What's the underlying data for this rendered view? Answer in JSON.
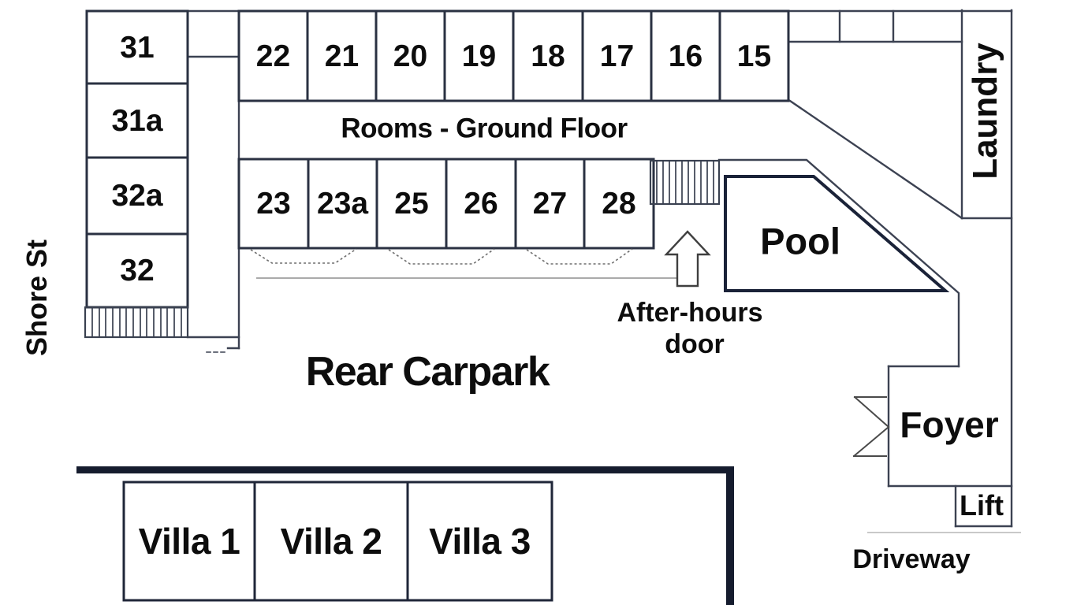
{
  "colors": {
    "wall": "#2a3142",
    "thin_wall": "#4a5060",
    "pool_border": "#1a2238",
    "boundary_line": "#151c2e",
    "text": "#0d0d0d",
    "background": "#ffffff"
  },
  "top_rooms": [
    "22",
    "21",
    "20",
    "19",
    "18",
    "17",
    "16",
    "15"
  ],
  "middle_rooms": [
    "23",
    "23a",
    "25",
    "26",
    "27",
    "28"
  ],
  "shore_rooms": [
    "31",
    "31a",
    "32a",
    "32"
  ],
  "villas": [
    "Villa 1",
    "Villa 2",
    "Villa 3"
  ],
  "labels": {
    "rooms_ground_floor": "Rooms - Ground Floor",
    "rear_carpark": "Rear Carpark",
    "after_hours_line1": "After-hours",
    "after_hours_line2": "door",
    "pool": "Pool",
    "laundry": "Laundry",
    "foyer": "Foyer",
    "lift": "Lift",
    "driveway": "Driveway",
    "shore_st": "Shore St"
  }
}
